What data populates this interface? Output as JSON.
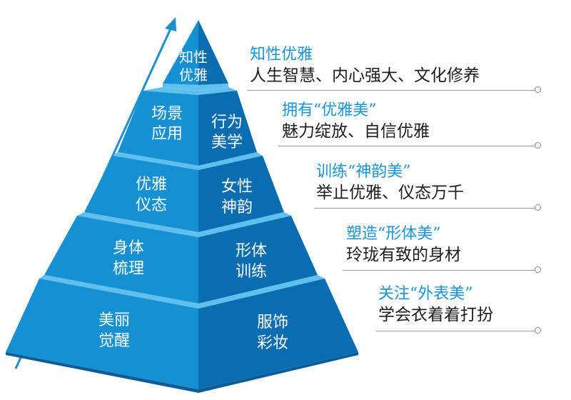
{
  "pyramid": {
    "apex": {
      "line1": "知性",
      "line2": "优雅"
    },
    "tiers": [
      {
        "left": [
          "场景",
          "应用"
        ],
        "right": [
          "行为",
          "美学"
        ]
      },
      {
        "left": [
          "优雅",
          "仪态"
        ],
        "right": [
          "女性",
          "神韵"
        ]
      },
      {
        "left": [
          "身体",
          "梳理"
        ],
        "right": [
          "形体",
          "训练"
        ]
      },
      {
        "left": [
          "美丽",
          "觉醒"
        ],
        "right": [
          "服饰",
          "彩妆"
        ]
      }
    ]
  },
  "annotations": [
    {
      "title": "知性优雅",
      "desc": "人生智慧、内心强大、文化修养"
    },
    {
      "title": "拥有“优雅美”",
      "desc": "魅力绽放、自信优雅"
    },
    {
      "title": "训练“神韵美”",
      "desc": "举止优雅、仪态万千"
    },
    {
      "title": "塑造“形体美”",
      "desc": "玲珑有致的身材"
    },
    {
      "title": "关注“外表美”",
      "desc": "学会衣着着打扮"
    }
  ]
}
